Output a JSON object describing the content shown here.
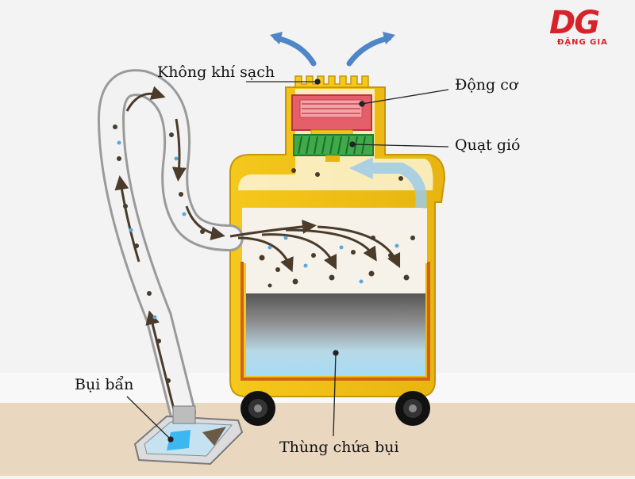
{
  "labels": {
    "clean_air": "Không khí sạch",
    "motor": "Động cơ",
    "fan": "Quạt gió",
    "dirt": "Bụi bẩn",
    "dust_bin": "Thùng chứa bụi"
  },
  "logo": {
    "mark": "DG",
    "name": "ĐẶNG GIA"
  },
  "colors": {
    "brand": "#d8222a",
    "body": "#f2c21a",
    "motor": "#e0606a",
    "fan": "#3aa845",
    "bin_dark": "#5c5c5c",
    "bin_light": "#a9dbf2",
    "airflow": "#4f86c8",
    "floor": "#e8d6bf"
  }
}
